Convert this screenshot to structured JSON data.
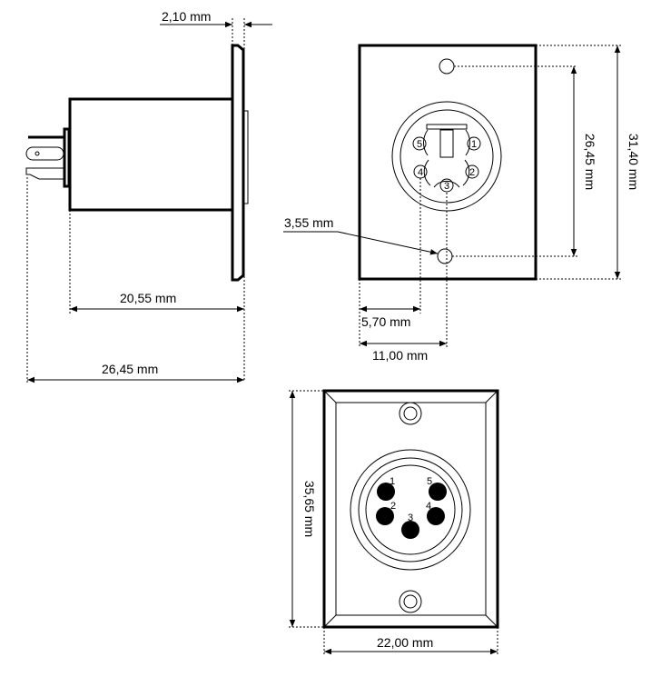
{
  "side_view": {
    "flange_thickness": "2,10 mm",
    "body_length": "20,55 mm",
    "total_length": "26,45 mm"
  },
  "rear_view": {
    "hole_spacing": "26,45 mm",
    "plate_height": "31,40 mm",
    "hole_diameter": "3,55 mm",
    "pin_offset": "5,70 mm",
    "center_offset": "11,00 mm",
    "pin_labels": [
      "1",
      "2",
      "3",
      "4",
      "5"
    ]
  },
  "front_view": {
    "plate_height": "35,65 mm",
    "plate_width": "22,00 mm",
    "pin_labels": [
      "1",
      "2",
      "3",
      "4",
      "5"
    ]
  }
}
